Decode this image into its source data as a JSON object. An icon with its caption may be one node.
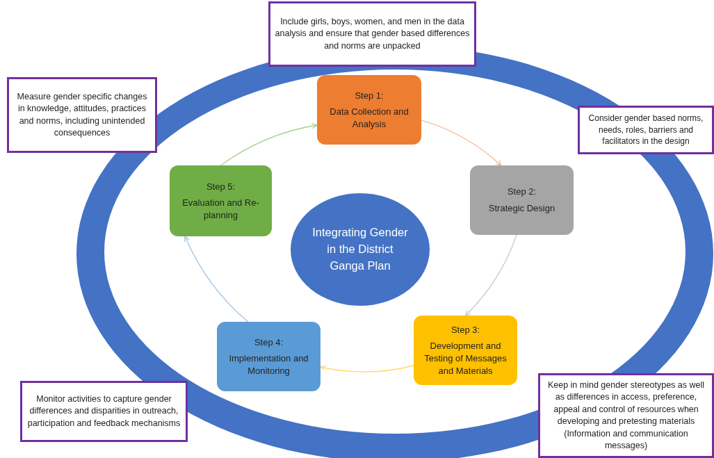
{
  "diagram": {
    "nodes": [
      {
        "text": [
          "Integrating Gender in the District Ganga Plan"
        ]
      },
      {
        "text": [
          "Step 1:",
          "Data Collection and Analysis"
        ]
      },
      {
        "text": [
          "Step 2:",
          "Strategic Design"
        ]
      },
      {
        "text": [
          "Step 3:",
          "Development and Testing of Messages and Materials"
        ]
      },
      {
        "text": [
          "Step 4:",
          "Implementation and Monitoring"
        ]
      },
      {
        "text": [
          "Step 5:",
          "Evaluation and Re-planning"
        ]
      },
      {
        "text": [
          "Include girls, boys, women, and men in the data analysis and ensure that gender based differences and norms are unpacked"
        ]
      },
      {
        "text": [
          "Measure gender specific changes in knowledge, attitudes, practices and norms, including unintended consequences"
        ]
      },
      {
        "text": [
          "Consider gender based norms, needs, roles, barriers and facilitators in the design"
        ]
      },
      {
        "text": [
          "Monitor activities to capture gender differences and disparities in outreach, participation and feedback mechanisms"
        ]
      },
      {
        "text": [
          "Keep in mind gender stereotypes as well as differences in access, preference, appeal and control of resources when developing and pretesting materials (Information and communication messages)"
        ]
      }
    ],
    "edges": [
      {
        "from": 1,
        "to": 2,
        "arrow": "to",
        "color": "#f4b183"
      },
      {
        "from": 2,
        "to": 3,
        "arrow": "to",
        "color": "#c9c9c9"
      },
      {
        "from": 3,
        "to": 4,
        "arrow": "to",
        "color": "#ffd966"
      },
      {
        "from": 4,
        "to": 5,
        "arrow": "to",
        "color": "#9dc3e6"
      },
      {
        "from": 5,
        "to": 1,
        "arrow": "to",
        "color": "#a9d18e"
      }
    ]
  }
}
